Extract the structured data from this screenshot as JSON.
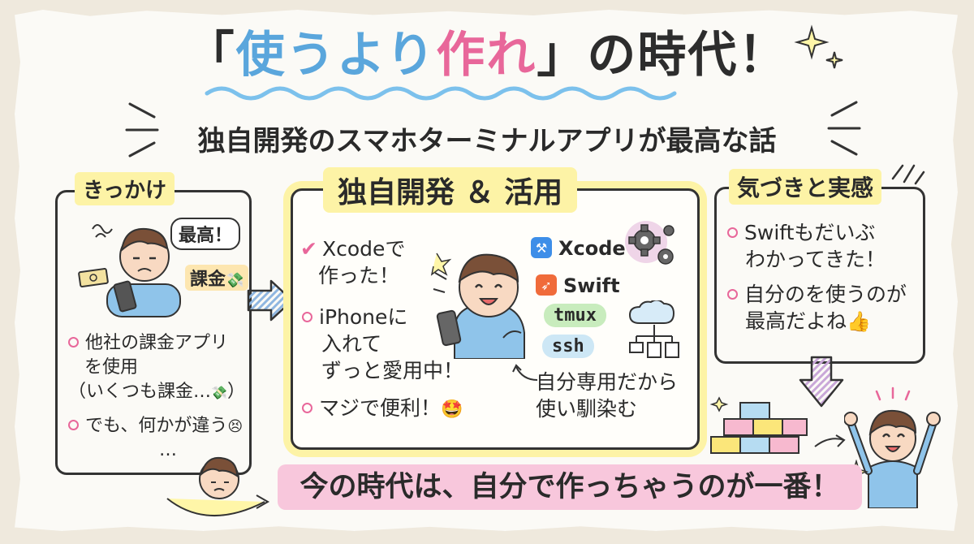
{
  "title": {
    "bracket_open": "「",
    "part1": "使うより",
    "part2": "作れ",
    "bracket_close": "」",
    "part3": "の時代！"
  },
  "subtitle": "独自開発のスマホターミナルアプリが最高な話",
  "left_panel": {
    "label": "きっかけ",
    "bubble": "最高！",
    "tag": "課金",
    "bullets": [
      [
        "他社の課金アプリ",
        "を使用",
        "（いくつも課金…",
        "）"
      ],
      [
        "でも、何かが違う"
      ]
    ],
    "ellipsis": "…"
  },
  "mid_panel": {
    "label": "独自開発 ＆ 活用",
    "items": [
      [
        "Xcodeで",
        "作った！"
      ],
      [
        "iPhoneに",
        "入れて",
        "ずっと愛用中！"
      ],
      [
        "マジで便利！"
      ]
    ],
    "tech": {
      "xcode": "Xcode",
      "swift": "Swift",
      "tmux": "tmux",
      "ssh": "ssh"
    },
    "note": [
      "自分専用だから",
      "使い馴染む"
    ]
  },
  "right_panel": {
    "label": "気づきと実感",
    "bullets": [
      [
        "Swiftもだいぶ",
        "わかってきた！"
      ],
      [
        "自分のを使うのが",
        "最高だよね"
      ]
    ]
  },
  "banner": "今の時代は、自分で作っちゃうのが一番！",
  "colors": {
    "blue": "#5aa6dc",
    "pink": "#e8679a",
    "yellow": "#fdf3a6",
    "banner": "#f8c7dc"
  },
  "icons": [
    "sparkle-icon",
    "gear-icon",
    "cloud-network-icon",
    "thumbs-up-icon",
    "money-icon",
    "arrow-icon",
    "check-icon",
    "smiley-icon"
  ]
}
